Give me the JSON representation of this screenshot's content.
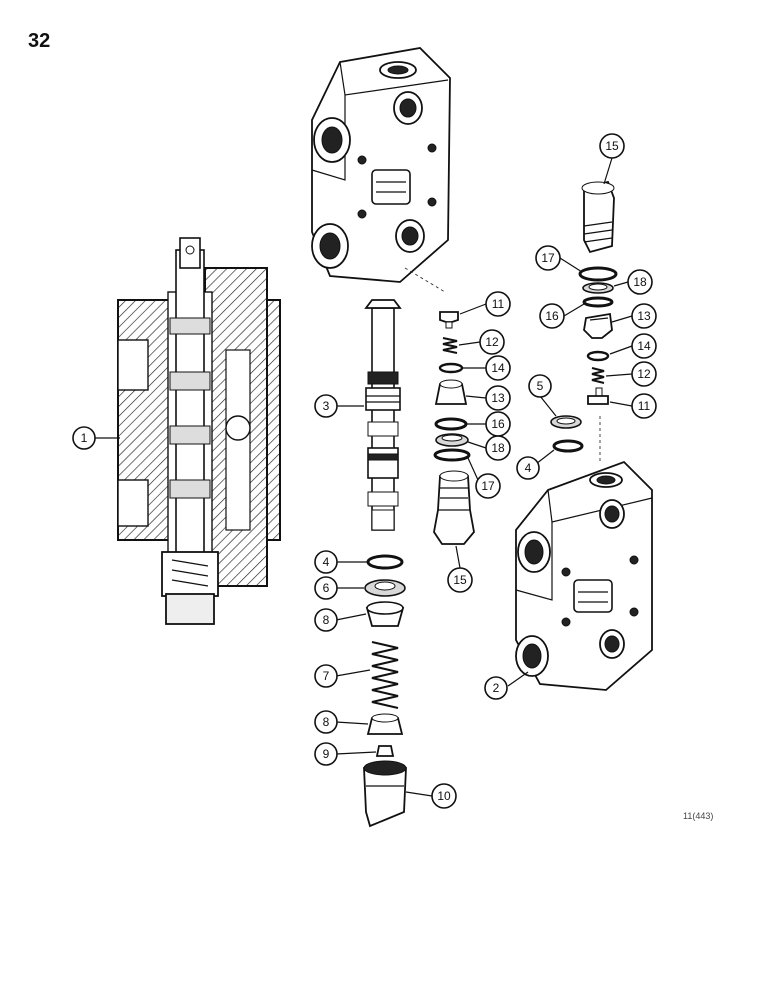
{
  "page": {
    "number": "32",
    "figure_code": "11(443)"
  },
  "callouts": [
    {
      "label": "1"
    },
    {
      "label": "2"
    },
    {
      "label": "3"
    },
    {
      "label": "4"
    },
    {
      "label": "4"
    },
    {
      "label": "5"
    },
    {
      "label": "6"
    },
    {
      "label": "7"
    },
    {
      "label": "8"
    },
    {
      "label": "8"
    },
    {
      "label": "9"
    },
    {
      "label": "10"
    },
    {
      "label": "11"
    },
    {
      "label": "11"
    },
    {
      "label": "12"
    },
    {
      "label": "12"
    },
    {
      "label": "13"
    },
    {
      "label": "13"
    },
    {
      "label": "14"
    },
    {
      "label": "14"
    },
    {
      "label": "15"
    },
    {
      "label": "15"
    },
    {
      "label": "16"
    },
    {
      "label": "16"
    },
    {
      "label": "17"
    },
    {
      "label": "17"
    },
    {
      "label": "18"
    },
    {
      "label": "18"
    }
  ]
}
